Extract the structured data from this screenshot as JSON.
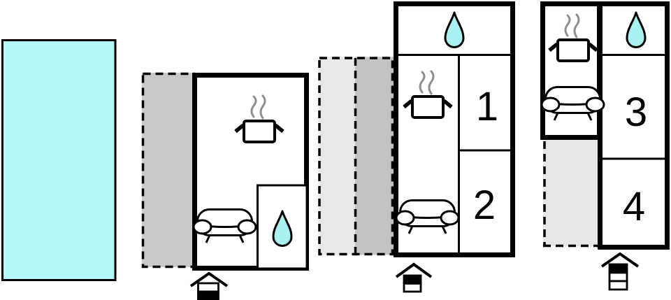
{
  "plan_title": "holiday-home-floor-plan",
  "colors": {
    "wall": "#000000",
    "water_pool": "#b4f8f8",
    "water_drop": "#aaf1f2",
    "steam": "#8f8f8f",
    "terrace_unit1": "#c9c9c9",
    "terrace_unit2_left": "#e9e9e9",
    "terrace_unit2_right": "#c3c3c3",
    "terrace_unit3": "#e7e7e7"
  },
  "rooms": {
    "r1": "1",
    "r2": "2",
    "r3": "3",
    "r4": "4"
  },
  "entrances": {
    "unit1": [
      "#ffffff",
      "#000000"
    ],
    "unit2": [
      "#000000",
      "#ffffff"
    ],
    "unit3": [
      "#000000",
      "#ffffff",
      "#ffffff"
    ]
  }
}
